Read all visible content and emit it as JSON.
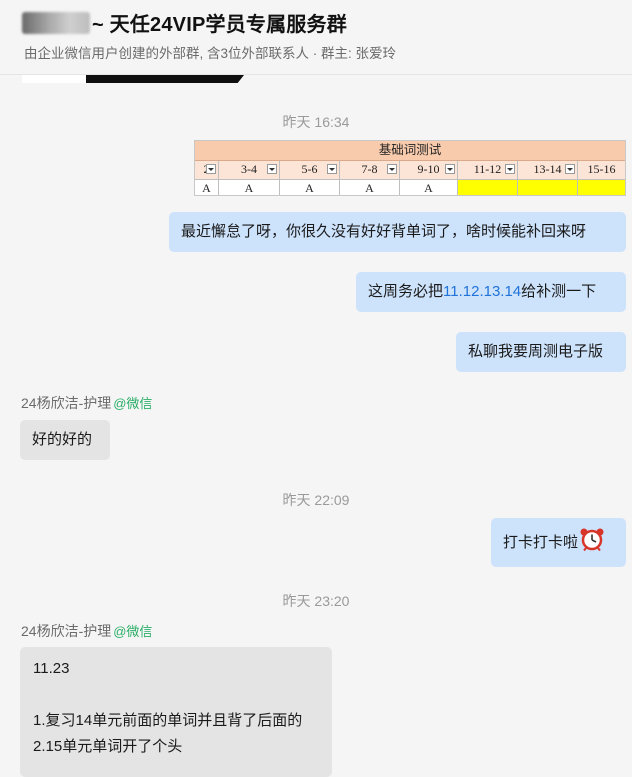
{
  "header": {
    "title": "~ 天任24VIP学员专属服务群",
    "subtitle": "由企业微信用户创建的外部群, 含3位外部联系人 · 群主: 张爱玲"
  },
  "messages": {
    "time1": "昨天 16:34",
    "sheet": {
      "title": "基础词测试",
      "cols": [
        "2",
        "3-4",
        "5-6",
        "7-8",
        "9-10",
        "11-12",
        "13-14",
        "15-16"
      ],
      "values": [
        "A",
        "A",
        "A",
        "A",
        "A",
        "",
        "",
        ""
      ],
      "highlight_color": "#ffff00"
    },
    "out1": "最近懈怠了呀，你很久没有好好背单词了，啥时候能补回来呀",
    "out2_pre": "这周务必把",
    "out2_link": "11.12.13.14",
    "out2_post": "给补测一下",
    "out3": "私聊我要周测电子版",
    "sender1": {
      "name": "24杨欣洁-护理",
      "tag": "@微信"
    },
    "in1": "好的好的",
    "time2": "昨天 22:09",
    "out4": "打卡打卡啦",
    "out4_icon": "alarm-clock-icon",
    "time3": "昨天 23:20",
    "sender2": {
      "name": "24杨欣洁-护理",
      "tag": "@微信"
    },
    "in2": {
      "line1": "11.23",
      "line2": "1.复习14单元前面的单词并且背了后面的",
      "line3": "2.15单元单词开了个头"
    }
  },
  "colors": {
    "out_bubble": "#cde2fb",
    "in_bubble": "#e4e4e4",
    "link": "#1f73d9",
    "wechat_tag": "#2aae67"
  }
}
